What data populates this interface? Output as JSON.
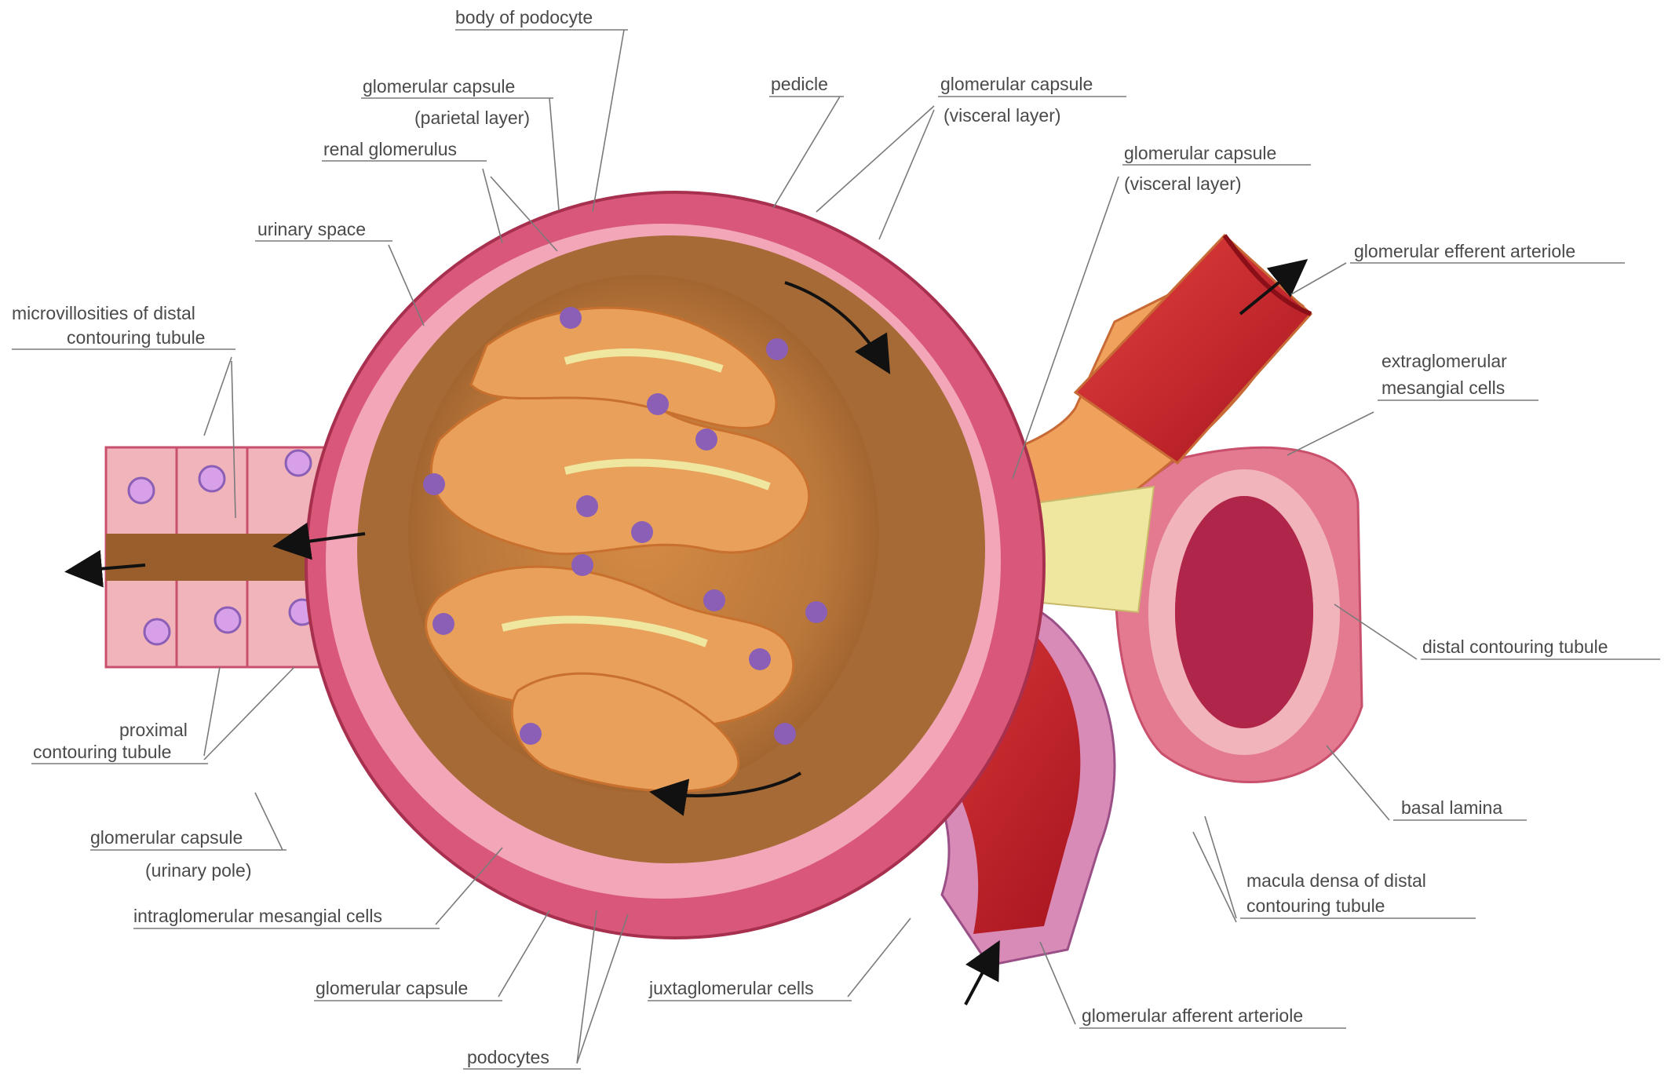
{
  "labels": {
    "body_of_podocyte": "body of podocyte",
    "glom_capsule_parietal_1": "glomerular capsule",
    "glom_capsule_parietal_2": "(parietal layer)",
    "pedicle": "pedicle",
    "glom_capsule_visceral_a1": "glomerular capsule",
    "glom_capsule_visceral_a2": "(visceral layer)",
    "renal_glomerulus": "renal glomerulus",
    "glom_capsule_visceral_b1": "glomerular capsule",
    "glom_capsule_visceral_b2": "(visceral layer)",
    "urinary_space": "urinary space",
    "efferent_arteriole": "glomerular efferent arteriole",
    "microvillosities_1": "microvillosities of distal",
    "microvillosities_2": "contouring tubule",
    "extraglomerular_1": "extraglomerular",
    "extraglomerular_2": "mesangial cells",
    "distal_tubule": "distal contouring tubule",
    "proximal_1": "proximal",
    "proximal_2": "contouring tubule",
    "basal_lamina": "basal lamina",
    "glom_capsule_urinary_1": "glomerular capsule",
    "glom_capsule_urinary_2": "(urinary pole)",
    "macula_densa_1": "macula densa of distal",
    "macula_densa_2": "contouring tubule",
    "intraglomerular": "intraglomerular mesangial cells",
    "glomerular_capsule": "glomerular capsule",
    "juxtaglomerular": "juxtaglomerular cells",
    "afferent_arteriole": "glomerular afferent arteriole",
    "podocytes": "podocytes"
  },
  "colors": {
    "capsule_outer": "#d9587a",
    "capsule_inner": "#f2a6b8",
    "glomerulus": "#b9773a",
    "capillary_loop": "#e8a05a",
    "nucleus": "#8a5fb5",
    "arteriole": "#c8202b",
    "tubule_cell": "#f1b4bb",
    "mesangium": "#efe6a0"
  }
}
